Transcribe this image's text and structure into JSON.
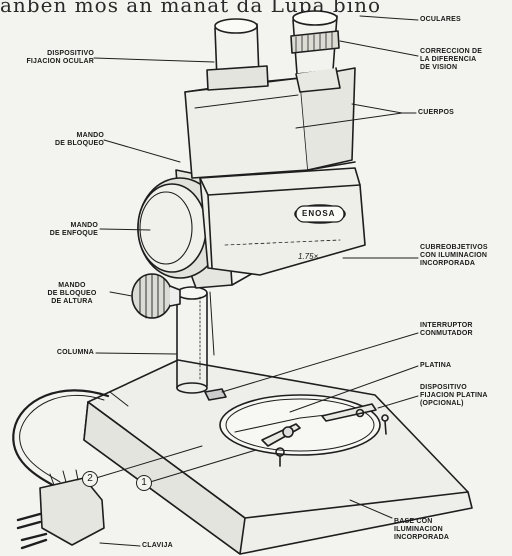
{
  "header_text": "anben mos an manat da Lupa bino",
  "labels": {
    "oculares": "OCULARES",
    "dispositivo_fijacion_ocular": "DISPOSITIVO\nFIJACION OCULAR",
    "correccion": "CORRECCION DE\nLA DIFERENCIA\nDE VISION",
    "cuerpos": "CUERPOS",
    "mando_bloqueo": "MANDO\nDE BLOQUEO",
    "mando_enfoque": "MANDO\nDE ENFOQUE",
    "cubreobjetivos": "CUBREOBJETIVOS\nCON ILUMINACION\nINCORPORADA",
    "mando_bloqueo_altura": "MANDO\nDE BLOQUEO\nDE ALTURA",
    "columna": "COLUMNA",
    "interruptor": "INTERRUPTOR\nCONMUTADOR",
    "platina": "PLATINA",
    "dispositivo_fijacion_platina": "DISPOSITIVO\nFIJACION PLATINA\n(OPCIONAL)",
    "base": "BASE CON\nILUMINACION\nINCORPORADA",
    "clavija": "CLAVIJA"
  },
  "markers": {
    "one": "1",
    "two": "2"
  },
  "housing_text": {
    "brand": "ENOSA",
    "magnification": "1.75×"
  }
}
